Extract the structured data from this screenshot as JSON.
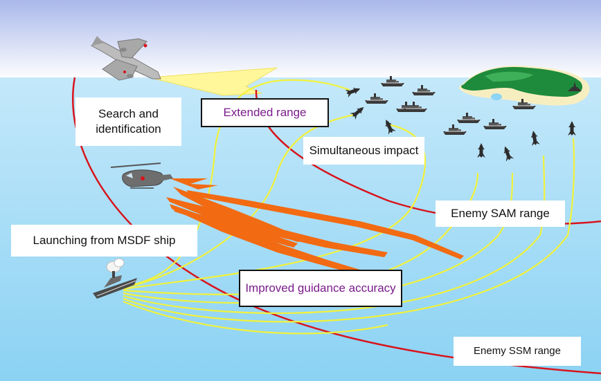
{
  "labels": {
    "search": "Search and identification",
    "extended_range": "Extended range",
    "simultaneous_impact": "Simultaneous impact",
    "enemy_sam": "Enemy SAM range",
    "launching": "Launching from MSDF ship",
    "improved_guidance": "Improved guidance accuracy",
    "enemy_ssm": "Enemy SSM range"
  },
  "colors": {
    "sky_top": "#a9b8ea",
    "sky_bottom": "#ffffff",
    "sea_top": "#bfe6fa",
    "sea_bottom": "#8fd4f4",
    "range_line": "#d8141c",
    "missile_path": "#f2f23a",
    "radar_beam": "#f26a12",
    "island_green": "#1e8a3c",
    "highlight_text": "#7a1b8c"
  },
  "icons": [
    "aircraft-icon",
    "helicopter-icon",
    "destroyer-icon",
    "enemy-ship-icon",
    "missile-icon",
    "island-icon"
  ]
}
